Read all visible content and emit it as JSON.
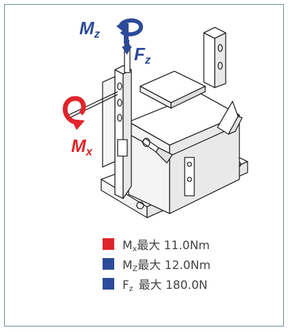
{
  "colors": {
    "frame": "#5f8c8e",
    "red": "#e0242b",
    "blue": "#2c4a9a",
    "text": "#444444"
  },
  "diagram": {
    "labels": {
      "mz_main": "M",
      "mz_sub": "z",
      "fz_main": "F",
      "fz_sub": "z",
      "mx_main": "M",
      "mx_sub": "x"
    }
  },
  "legend": [
    {
      "color": "#e0242b",
      "symbol": "M",
      "sub": "x",
      "text": "最大 11.0Nm"
    },
    {
      "color": "#2c4a9a",
      "symbol": "M",
      "sub": "Z",
      "text": "最大 12.0Nm"
    },
    {
      "color": "#2c4a9a",
      "symbol": "F",
      "sub": "z",
      "text": "最大 180.0N"
    }
  ]
}
